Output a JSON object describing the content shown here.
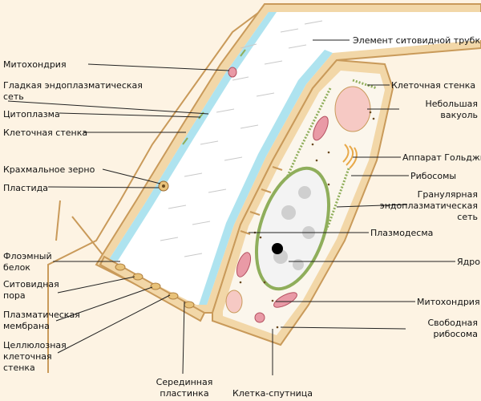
{
  "labels": {
    "sieve_tube_element": "Элемент ситовидной трубки",
    "mitochondrion_left": "Митохондрия",
    "smooth_er_line1": "Гладкая эндоплазматическая",
    "smooth_er_line2": "сеть",
    "cytoplasm": "Цитоплазма",
    "cell_wall_left": "Клеточная стенка",
    "starch_grain": "Крахмальное зерно",
    "plastid": "Пластида",
    "phloem_protein_line1": "Флоэмный",
    "phloem_protein_line2": "белок",
    "sieve_pore_line1": "Ситовидная",
    "sieve_pore_line2": "пора",
    "plasma_membrane_line1": "Плазматическая",
    "plasma_membrane_line2": "мембрана",
    "cellulose_wall_line1": "Целлюлозная",
    "cellulose_wall_line2": "клеточная",
    "cellulose_wall_line3": "стенка",
    "middle_lamella_line1": "Серединная",
    "middle_lamella_line2": "пластинка",
    "companion_cell": "Клетка-спутница",
    "cell_wall_right": "Клеточная стенка",
    "small_vacuole_line1": "Небольшая",
    "small_vacuole_line2": "вакуоль",
    "golgi": "Аппарат Гольджи",
    "ribosomes": "Рибосомы",
    "rough_er_line1": "Гранулярная",
    "rough_er_line2": "эндоплазматическая",
    "rough_er_line3": "сеть",
    "plasmodesma": "Плазмодесма",
    "nucleus": "Ядро",
    "mitochondrion_right": "Митохондрия",
    "free_ribosome_line1": "Свободная",
    "free_ribosome_line2": "рибосома"
  },
  "colors": {
    "background": "#fdf3e3",
    "cell_wall": "#f2d7a8",
    "cell_wall_stroke": "#c99a5a",
    "sieve_lumen": "#ffffff",
    "cytoplasm_blue": "#aee3ef",
    "companion_fill": "#fbf6ec",
    "er_green": "#8fae5b",
    "vacuole_pink": "#f6c9c4",
    "mito_pink": "#e99aa6",
    "leader": "#222222"
  }
}
